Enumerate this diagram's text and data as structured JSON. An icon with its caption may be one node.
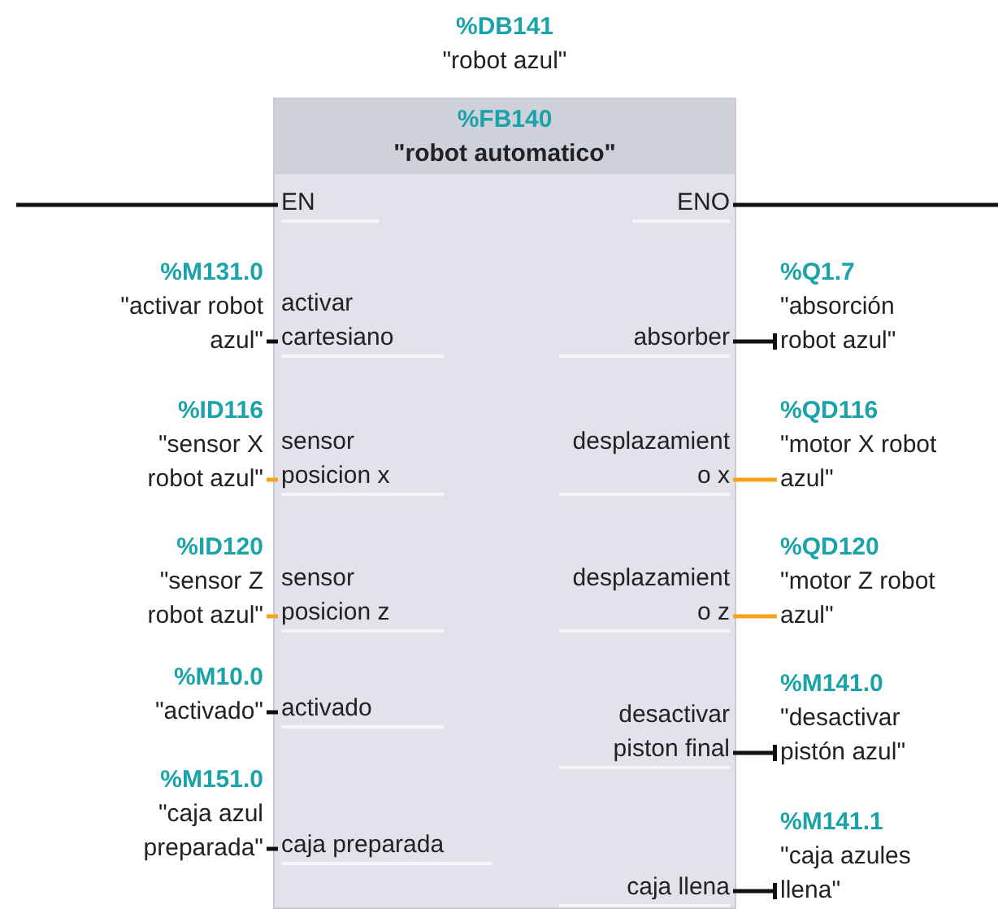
{
  "diagram": {
    "nodes": [
      {
        "text": [
          "%FB140",
          "\"robot automatico\""
        ],
        "beside": [
          "%DB141",
          "\"robot azul\""
        ]
      },
      {
        "text": [
          "EN"
        ],
        "in": 0
      },
      {
        "text": [
          "ENO"
        ],
        "in": 0
      },
      {
        "text": [
          "%M131.0",
          "\"activar robot azul\""
        ]
      },
      {
        "text": [
          "activar cartesiano"
        ],
        "in": 0
      },
      {
        "text": [
          "absorber"
        ],
        "in": 0
      },
      {
        "text": [
          "%Q1.7",
          "\"absorción robot azul\""
        ]
      },
      {
        "text": [
          "%ID116",
          "\"sensor X robot azul\""
        ]
      },
      {
        "text": [
          "sensor posicion x"
        ],
        "in": 0
      },
      {
        "text": [
          "desplazamient o x"
        ],
        "in": 0
      },
      {
        "text": [
          "%QD116",
          "\"motor X robot azul\""
        ]
      },
      {
        "text": [
          "%ID120",
          "\"sensor Z robot azul\""
        ]
      },
      {
        "text": [
          "sensor posicion z"
        ],
        "in": 0
      },
      {
        "text": [
          "desplazamient o z"
        ],
        "in": 0
      },
      {
        "text": [
          "%QD120",
          "\"motor Z robot azul\""
        ]
      },
      {
        "text": [
          "%M10.0",
          "\"activado\""
        ]
      },
      {
        "text": [
          "activado"
        ],
        "in": 0
      },
      {
        "text": [
          "desactivar piston final"
        ],
        "in": 0
      },
      {
        "text": [
          "%M141.0",
          "\"desactivar pistón azul\""
        ]
      },
      {
        "text": [
          "%M151.0",
          "\"caja azul preparada\""
        ]
      },
      {
        "text": [
          "caja preparada"
        ],
        "in": 0
      },
      {
        "text": [
          "caja llena"
        ],
        "in": 0
      },
      {
        "text": [
          "%M141.1",
          "\"caja azules llena\""
        ]
      }
    ],
    "edges": [
      {
        "from": null,
        "to": 1,
        "arrow": "none"
      },
      {
        "from": 2,
        "to": null,
        "arrow": "none"
      },
      {
        "from": 3,
        "to": 4,
        "arrow": "none"
      },
      {
        "from": 5,
        "to": 6,
        "arrow": "other"
      },
      {
        "from": 7,
        "to": 8,
        "arrow": "none",
        "color": "#f5a31a"
      },
      {
        "from": 9,
        "to": 10,
        "arrow": "none",
        "color": "#f5a31a"
      },
      {
        "from": 11,
        "to": 12,
        "arrow": "none",
        "color": "#f5a31a"
      },
      {
        "from": 13,
        "to": 14,
        "arrow": "none",
        "color": "#f5a31a"
      },
      {
        "from": 15,
        "to": 16,
        "arrow": "none"
      },
      {
        "from": 17,
        "to": 18,
        "arrow": "other"
      },
      {
        "from": 19,
        "to": 20,
        "arrow": "none"
      },
      {
        "from": 21,
        "to": 22,
        "arrow": "other"
      }
    ]
  }
}
